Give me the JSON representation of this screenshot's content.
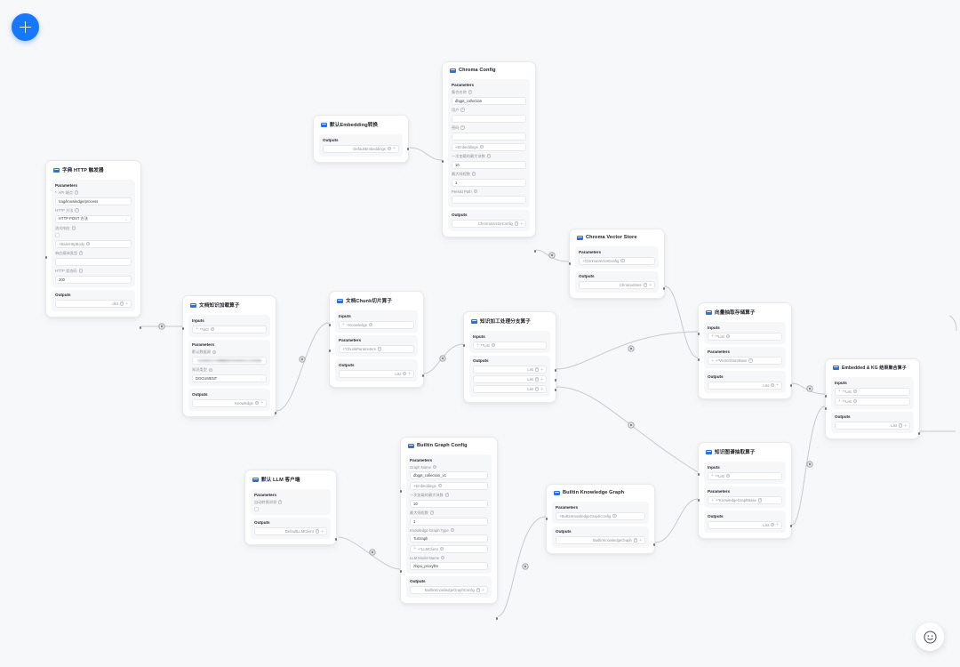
{
  "app": {
    "add_button_label": "+",
    "help_icon": "smiley-face-icon",
    "accent_color": "#1677ff",
    "canvas_background": "#f7f8fa"
  },
  "labels": {
    "parameters": "Parameters",
    "inputs": "Inputs",
    "outputs": "Outputs"
  },
  "nodes": [
    {
      "id": "http-trigger",
      "title": "字典 HTTP 触发器",
      "icon": "node-badge-icon",
      "parameters_title": "Parameters",
      "fields": [
        {
          "label": "API 端点",
          "required": true,
          "type": "text",
          "value": "/rag/knowledge/process"
        },
        {
          "label": "HTTP 方法",
          "required": false,
          "type": "select",
          "value": "HTTP POST 方法"
        },
        {
          "label": "流式响应",
          "required": false,
          "type": "checkbox",
          "value": ""
        },
        {
          "label": "+BaseHttpBody",
          "required": false,
          "type": "port",
          "value": ""
        },
        {
          "label": "响应媒体类型",
          "required": false,
          "type": "text",
          "value": ""
        },
        {
          "label": "HTTP 状态码",
          "required": false,
          "type": "text",
          "value": "200"
        }
      ],
      "outputs_title": "Outputs",
      "outputs": [
        {
          "label": "dict"
        }
      ]
    },
    {
      "id": "default-embedding",
      "title": "默认Embedding转换",
      "icon": "node-badge-icon",
      "outputs_title": "Outputs",
      "outputs": [
        {
          "label": "DefaultEmbeddings"
        }
      ]
    },
    {
      "id": "chroma-config",
      "title": "Chroma Config",
      "icon": "node-badge-icon",
      "parameters_title": "Parameters",
      "fields": [
        {
          "label": "集合名称",
          "required": false,
          "type": "text",
          "value": "dbgpt_collection"
        },
        {
          "label": "用户",
          "required": false,
          "type": "text",
          "value": ""
        },
        {
          "label": "密码",
          "required": false,
          "type": "text",
          "value": ""
        },
        {
          "label": "+Embeddings",
          "required": false,
          "type": "port",
          "value": ""
        },
        {
          "label": "一次加载的最大块数",
          "required": false,
          "type": "text",
          "value": "10"
        },
        {
          "label": "最大线程数",
          "required": false,
          "type": "text",
          "value": "1"
        },
        {
          "label": "Persist Path",
          "required": false,
          "type": "text",
          "value": ""
        }
      ],
      "outputs_title": "Outputs",
      "outputs": [
        {
          "label": "ChromaVectorConfig"
        }
      ]
    },
    {
      "id": "chroma-vector-store",
      "title": "Chroma Vector Store",
      "icon": "node-badge-icon",
      "parameters_title": "Parameters",
      "params_ports": [
        {
          "label": "+ChromaVectorConfig"
        }
      ],
      "outputs_title": "Outputs",
      "outputs": [
        {
          "label": "ChromaStore"
        }
      ]
    },
    {
      "id": "doc-knowledge-loader",
      "title": "文档知识加载算子",
      "icon": "node-badge-icon",
      "inputs_title": "Inputs",
      "inputs": [
        {
          "label": "*dict",
          "required": true
        }
      ],
      "parameters_title": "Parameters",
      "fields": [
        {
          "label": "默认数据源",
          "required": false,
          "type": "blurred",
          "value": ""
        },
        {
          "label": "知识类型",
          "required": false,
          "type": "select",
          "value": "DOCUMENT"
        }
      ],
      "outputs_title": "Outputs",
      "outputs": [
        {
          "label": "Knowledge"
        }
      ]
    },
    {
      "id": "doc-chunk-split",
      "title": "文档Chunk切片算子",
      "icon": "node-badge-icon",
      "inputs_title": "Inputs",
      "inputs": [
        {
          "label": "+Knowledge",
          "required": false
        }
      ],
      "parameters_title": "Parameters",
      "params_ports": [
        {
          "label": "+*ChunkParameters"
        }
      ],
      "outputs_title": "Outputs",
      "outputs": [
        {
          "label": "List"
        }
      ]
    },
    {
      "id": "knowledge-branch",
      "title": "知识加工处理分支算子",
      "icon": "node-badge-icon",
      "inputs_title": "Inputs",
      "inputs": [
        {
          "label": "*List",
          "required": true
        }
      ],
      "outputs_title": "Outputs",
      "outputs": [
        {
          "label": "List"
        },
        {
          "label": "List"
        },
        {
          "label": "List"
        }
      ]
    },
    {
      "id": "vector-extract-store",
      "title": "向量抽取存储算子",
      "icon": "node-badge-icon",
      "inputs_title": "Inputs",
      "inputs": [
        {
          "label": "*List",
          "required": true
        }
      ],
      "parameters_title": "Parameters",
      "params_ports": [
        {
          "label": "+*VectorStoreBase"
        }
      ],
      "outputs_title": "Outputs",
      "outputs": [
        {
          "label": "List"
        }
      ]
    },
    {
      "id": "embedded-kg-aggregate",
      "title": "Embedded & KG 结果聚合算子",
      "icon": "node-badge-icon",
      "inputs_title": "Inputs",
      "inputs": [
        {
          "label": "*List",
          "required": true
        },
        {
          "label": "*List",
          "required": true
        }
      ],
      "outputs_title": "Outputs",
      "outputs": [
        {
          "label": "List"
        }
      ]
    },
    {
      "id": "default-llm-client",
      "title": "默认 LLM 客户端",
      "icon": "node-badge-icon",
      "parameters_title": "Parameters",
      "fields": [
        {
          "label": "自动转换消息",
          "required": false,
          "type": "checkbox",
          "value": ""
        }
      ],
      "outputs_title": "Outputs",
      "outputs": [
        {
          "label": "DefaultLLMClient"
        }
      ]
    },
    {
      "id": "builtin-graph-config",
      "title": "Builtin Graph Config",
      "icon": "node-badge-icon",
      "parameters_title": "Parameters",
      "fields": [
        {
          "label": "Graph Name",
          "required": false,
          "type": "text",
          "value": "dbgpt_collection_v1"
        },
        {
          "label": "+Embeddings",
          "required": false,
          "type": "port",
          "value": ""
        },
        {
          "label": "一次加载的最大块数",
          "required": false,
          "type": "text",
          "value": "10"
        },
        {
          "label": "最大线程数",
          "required": false,
          "type": "text",
          "value": "1"
        },
        {
          "label": "Knowledge Graph Type",
          "required": false,
          "type": "text",
          "value": "TuGraph"
        },
        {
          "label": "+*LLMClient",
          "required": false,
          "type": "port",
          "value": ""
        },
        {
          "label": "LLM Model Name",
          "required": false,
          "type": "text",
          "value": "zhipu_proxyllm"
        }
      ],
      "outputs_title": "Outputs",
      "outputs": [
        {
          "label": "BuiltinKnowledgeGraphConfig"
        }
      ]
    },
    {
      "id": "builtin-knowledge-graph",
      "title": "Builtin Knowledge Graph",
      "icon": "node-badge-icon",
      "parameters_title": "Parameters",
      "params_ports": [
        {
          "label": "+BuiltinKnowledgeGraphConfig"
        }
      ],
      "outputs_title": "Outputs",
      "outputs": [
        {
          "label": "BuiltinKnowledgeGraph"
        }
      ]
    },
    {
      "id": "kg-extract",
      "title": "知识图谱抽取算子",
      "icon": "node-badge-icon",
      "inputs_title": "Inputs",
      "inputs": [
        {
          "label": "*List",
          "required": true
        }
      ],
      "parameters_title": "Parameters",
      "params_ports": [
        {
          "label": "+*KnowledgeGraphBase"
        }
      ],
      "outputs_title": "Outputs",
      "outputs": [
        {
          "label": "List"
        }
      ]
    }
  ]
}
